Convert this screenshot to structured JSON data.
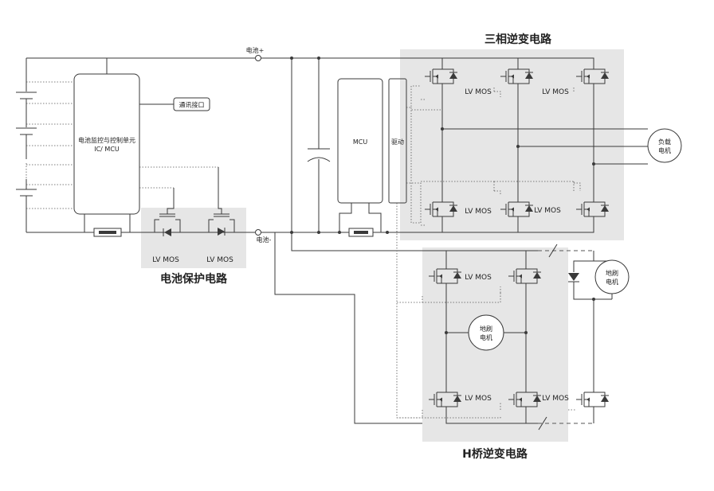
{
  "labels": {
    "battery_plus": "电池+",
    "battery_minus": "电池-",
    "bms_line1": "电池监控与控制单元",
    "bms_line2": "IC/ MCU",
    "comm_interface": "通讯接口",
    "mcu": "MCU",
    "driver": "驱动",
    "lv_mos": "LV MOS",
    "load_motor_line1": "负载",
    "load_motor_line2": "电机",
    "brush_motor_line1": "地刷",
    "brush_motor_line2": "电机"
  },
  "sections": {
    "three_phase_title": "三相逆变电路",
    "battery_protection_title": "电池保护电路",
    "h_bridge_title": "H桥逆变电路"
  },
  "colors": {
    "panel": "#e6e6e6",
    "wire": "#3a3a3a"
  }
}
